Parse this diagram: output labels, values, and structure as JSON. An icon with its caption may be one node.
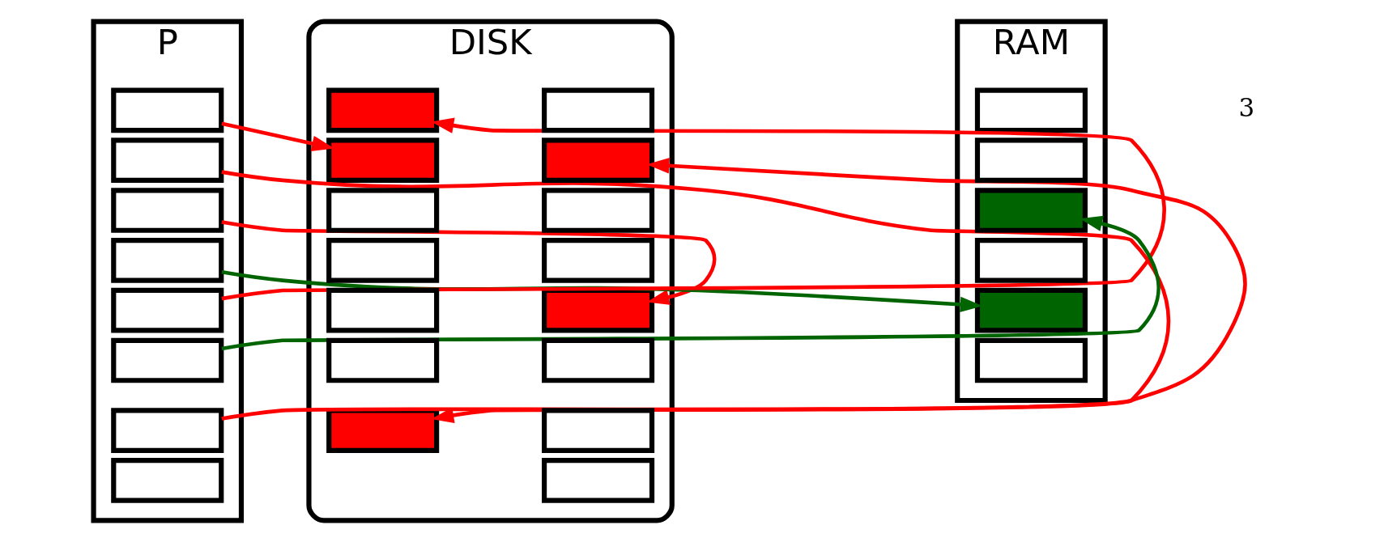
{
  "diagram": {
    "nodes": [
      {
        "text": [
          "P"
        ]
      },
      {
        "text": [],
        "shape": "box",
        "in": 0
      },
      {
        "text": [],
        "shape": "box",
        "in": 0
      },
      {
        "text": [],
        "shape": "box",
        "in": 0
      },
      {
        "text": [],
        "shape": "box",
        "in": 0
      },
      {
        "text": [],
        "shape": "box",
        "in": 0
      },
      {
        "text": [],
        "shape": "box",
        "in": 0
      },
      {
        "text": [],
        "shape": "box",
        "in": 0
      },
      {
        "text": [],
        "shape": "box",
        "in": 0
      },
      {
        "text": [
          "RAM"
        ]
      },
      {
        "text": [],
        "shape": "box",
        "in": 9
      },
      {
        "text": [],
        "shape": "box",
        "in": 9
      },
      {
        "text": [],
        "shape": "box",
        "in": 9
      },
      {
        "text": [],
        "shape": "box",
        "in": 9
      },
      {
        "text": [],
        "shape": "box",
        "in": 9
      },
      {
        "text": [],
        "shape": "box",
        "in": 9
      },
      {
        "text": [
          "DISK"
        ]
      },
      {
        "text": [],
        "shape": "box",
        "in": 16
      },
      {
        "text": [],
        "shape": "box",
        "in": 16
      },
      {
        "text": [],
        "shape": "box",
        "in": 16
      },
      {
        "text": [],
        "shape": "box",
        "in": 16
      },
      {
        "text": [],
        "shape": "box",
        "in": 16
      },
      {
        "text": [],
        "shape": "box",
        "in": 16
      },
      {
        "text": [],
        "shape": "box",
        "in": 16
      },
      {
        "text": [],
        "shape": "box",
        "in": 16
      },
      {
        "text": [],
        "shape": "box",
        "in": 16
      },
      {
        "text": [],
        "shape": "box",
        "in": 16
      },
      {
        "text": [],
        "shape": "box",
        "in": 16
      },
      {
        "text": [],
        "shape": "box",
        "in": 16
      },
      {
        "text": [],
        "shape": "box",
        "in": 16
      },
      {
        "text": [],
        "shape": "box",
        "in": 16
      },
      {
        "text": [],
        "shape": "box",
        "in": 16
      }
    ],
    "edges": [
      {
        "from": 1,
        "to": 18,
        "arrow": "to"
      },
      {
        "from": 2,
        "to": 23,
        "arrow": "to"
      },
      {
        "from": 3,
        "to": 28,
        "arrow": "to"
      },
      {
        "from": 4,
        "to": 14,
        "arrow": "to",
        "color": "#006400"
      },
      {
        "from": 5,
        "to": 17,
        "arrow": "to"
      },
      {
        "from": 6,
        "to": 12,
        "arrow": "to",
        "color": "#006400"
      },
      {
        "from": 7,
        "to": 25,
        "arrow": "to"
      }
    ],
    "labels": [
      "3"
    ]
  }
}
